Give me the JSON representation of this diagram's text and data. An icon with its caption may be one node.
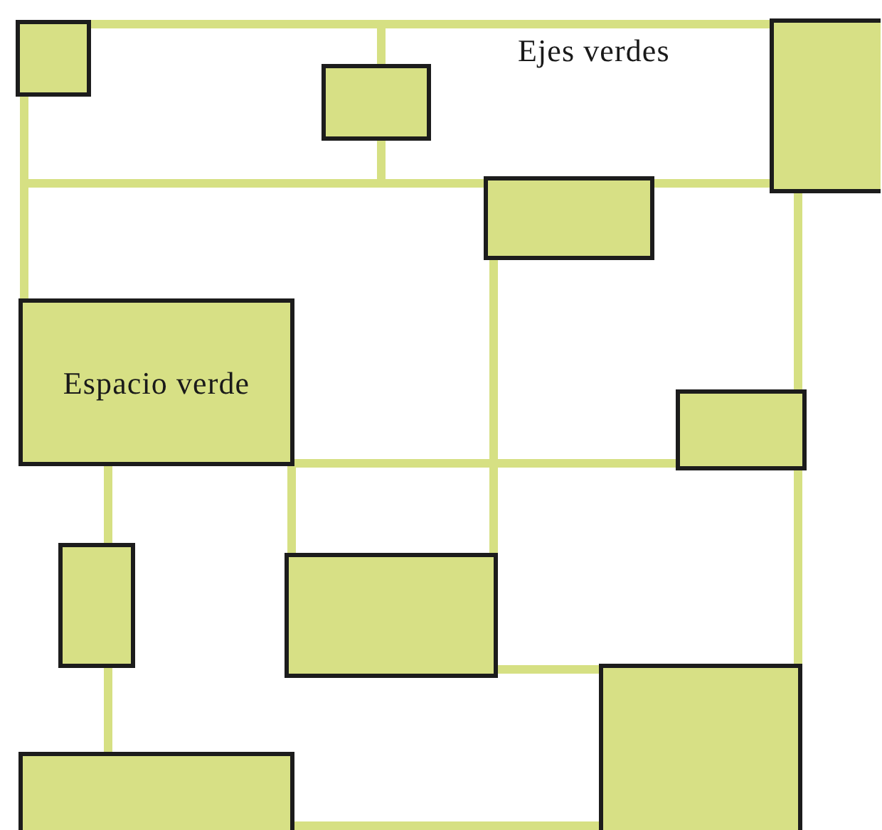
{
  "diagram": {
    "nodes": [
      {
        "text": [],
        "shape": "box"
      },
      {
        "text": [],
        "shape": "box"
      },
      {
        "text": [],
        "shape": "box"
      },
      {
        "text": [],
        "shape": "box"
      },
      {
        "text": [
          "Espacio verde"
        ]
      },
      {
        "text": [],
        "shape": "box"
      },
      {
        "text": [],
        "shape": "box"
      },
      {
        "text": [],
        "shape": "box"
      },
      {
        "text": [],
        "shape": "box"
      },
      {
        "text": [],
        "shape": "box"
      }
    ],
    "edges": [
      {
        "from": 0,
        "to": 2,
        "arrow": "none"
      },
      {
        "from": 0,
        "to": 4,
        "arrow": "none"
      },
      {
        "from": 3,
        "to": 2,
        "arrow": "none"
      },
      {
        "from": 2,
        "to": 5,
        "arrow": "none"
      },
      {
        "from": 5,
        "to": 8,
        "arrow": "none"
      },
      {
        "from": 3,
        "to": 7,
        "arrow": "none"
      },
      {
        "from": 4,
        "to": 5,
        "arrow": "none"
      },
      {
        "from": 4,
        "to": 6,
        "arrow": "none"
      },
      {
        "from": 6,
        "to": 9,
        "arrow": "none"
      },
      {
        "from": 7,
        "to": 8,
        "arrow": "none"
      },
      {
        "from": 9,
        "to": 8,
        "arrow": "none"
      },
      {
        "from": 4,
        "to": 7,
        "arrow": "none"
      },
      {
        "from": 0,
        "to": 1,
        "arrow": "none"
      },
      {
        "from": 1,
        "to": 3,
        "arrow": "none"
      },
      {
        "from": 0,
        "to": 3,
        "arrow": "none"
      }
    ],
    "labels": [
      "Ejes verdes"
    ]
  }
}
